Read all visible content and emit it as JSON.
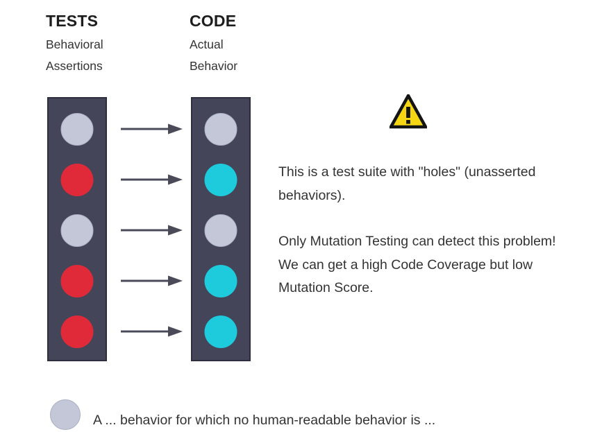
{
  "columns": [
    {
      "key": "tests",
      "title": "TESTS",
      "subtitle": "Behavioral\nAssertions",
      "dots": [
        "gray",
        "red",
        "gray",
        "red",
        "red"
      ]
    },
    {
      "key": "code",
      "title": "CODE",
      "subtitle": "Actual\nBehavior",
      "dots": [
        "gray",
        "cyan",
        "gray",
        "cyan",
        "cyan"
      ]
    }
  ],
  "arrows": {
    "count": 5,
    "icon_name": "arrow-right-icon"
  },
  "warning": {
    "icon_name": "warning-triangle-icon",
    "fill": "#F5D613",
    "stroke": "#141414"
  },
  "explanation": {
    "paragraph_1": "This is a test suite with \"holes\" (unasserted behaviors).",
    "paragraph_2": "Only Mutation Testing can detect this problem! We can get a high Code Coverage but low Mutation Score."
  },
  "legend": {
    "swatch_name": "gray-circle-swatch",
    "text": "A ... behavior for which no human-readable behavior is ..."
  },
  "colors": {
    "lane_fill": "#45455A",
    "lane_border": "#2E2E3E",
    "dot_gray": "#C3C7D7",
    "dot_red": "#E02A39",
    "dot_cyan": "#1ECBDD",
    "arrow": "#4A4A58",
    "heading": "#1D1D1D",
    "body_text": "#333333",
    "background": "#FFFFFF"
  }
}
